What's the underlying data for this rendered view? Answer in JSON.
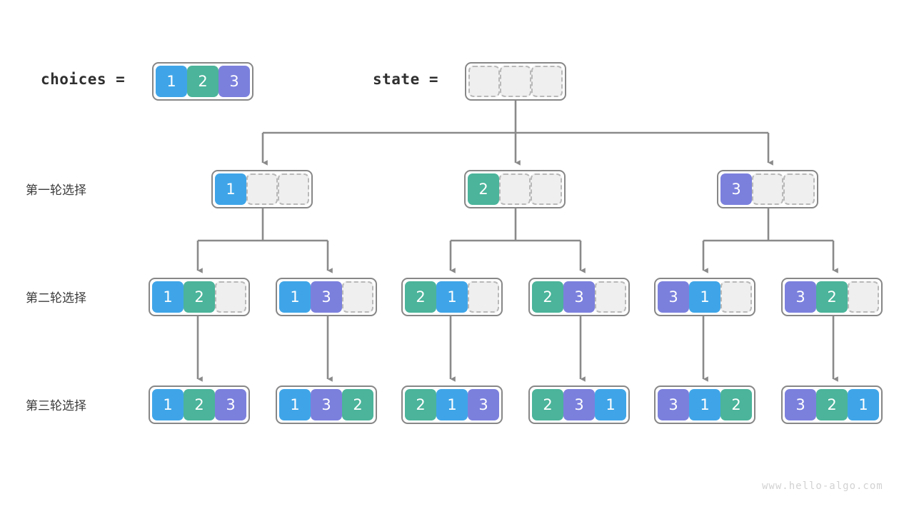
{
  "meta": {
    "watermark": "www.hello-algo.com",
    "colors": {
      "value_1": "#3fa5e8",
      "value_2": "#4bb49a",
      "value_3": "#7b80dd",
      "empty_fill": "#efefef",
      "empty_border": "#b9b9b9",
      "group_border": "#878787",
      "edge": "#8a8a8a",
      "background": "#ffffff",
      "label_text": "#2f2f2f"
    }
  },
  "header": {
    "choices_label": "choices =",
    "state_label": "state =",
    "choices_values": [
      "1",
      "2",
      "3"
    ],
    "state_values": [
      "",
      "",
      ""
    ]
  },
  "row_labels": {
    "round1": "第一轮选择",
    "round2": "第二轮选择",
    "round3": "第三轮选择"
  },
  "tree": {
    "root": {
      "values": [
        "",
        "",
        ""
      ]
    },
    "round1": [
      {
        "values": [
          "1",
          "",
          ""
        ]
      },
      {
        "values": [
          "2",
          "",
          ""
        ]
      },
      {
        "values": [
          "3",
          "",
          ""
        ]
      }
    ],
    "round2": [
      {
        "values": [
          "1",
          "2",
          ""
        ]
      },
      {
        "values": [
          "1",
          "3",
          ""
        ]
      },
      {
        "values": [
          "2",
          "1",
          ""
        ]
      },
      {
        "values": [
          "2",
          "3",
          ""
        ]
      },
      {
        "values": [
          "3",
          "1",
          ""
        ]
      },
      {
        "values": [
          "3",
          "2",
          ""
        ]
      }
    ],
    "round3": [
      {
        "values": [
          "1",
          "2",
          "3"
        ]
      },
      {
        "values": [
          "1",
          "3",
          "2"
        ]
      },
      {
        "values": [
          "2",
          "1",
          "3"
        ]
      },
      {
        "values": [
          "2",
          "3",
          "1"
        ]
      },
      {
        "values": [
          "3",
          "1",
          "2"
        ]
      },
      {
        "values": [
          "3",
          "2",
          "1"
        ]
      }
    ]
  }
}
